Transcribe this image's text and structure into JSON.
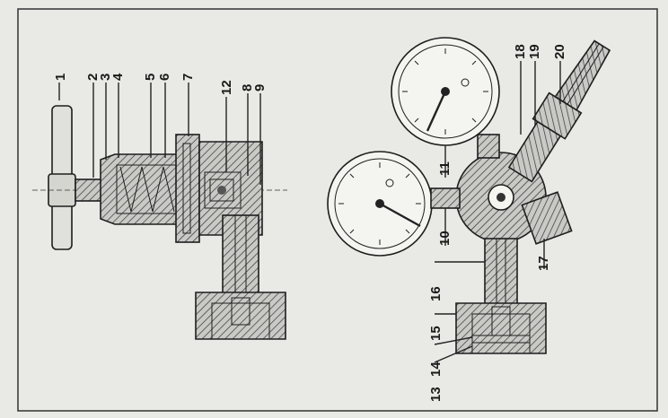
{
  "figure": {
    "labels": [
      "1",
      "2",
      "3",
      "4",
      "5",
      "6",
      "7",
      "12",
      "8",
      "9",
      "18",
      "19",
      "20",
      "11",
      "10",
      "17",
      "16",
      "15",
      "14",
      "13"
    ]
  },
  "colors": {
    "paper": "#e9e9e6",
    "ink": "#1e1e1e",
    "hatch_fill": "#bdbdbd",
    "light_fill": "#f4f4f1"
  }
}
